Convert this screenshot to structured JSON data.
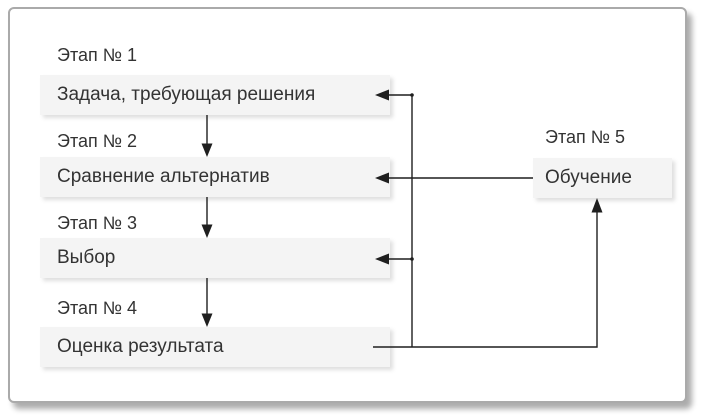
{
  "diagram": {
    "stages": [
      {
        "label": "Этап № 1",
        "name": "Задача, требующая решения"
      },
      {
        "label": "Этап № 2",
        "name": "Сравнение альтернатив"
      },
      {
        "label": "Этап № 3",
        "name": "Выбор"
      },
      {
        "label": "Этап № 4",
        "name": "Оценка результата"
      },
      {
        "label": "Этап № 5",
        "name": "Обучение"
      }
    ],
    "colors": {
      "box_fill": "#f4f4f4",
      "connector": "#1f1f1f",
      "text": "#333333",
      "frame_border": "#aaaaaa"
    }
  }
}
